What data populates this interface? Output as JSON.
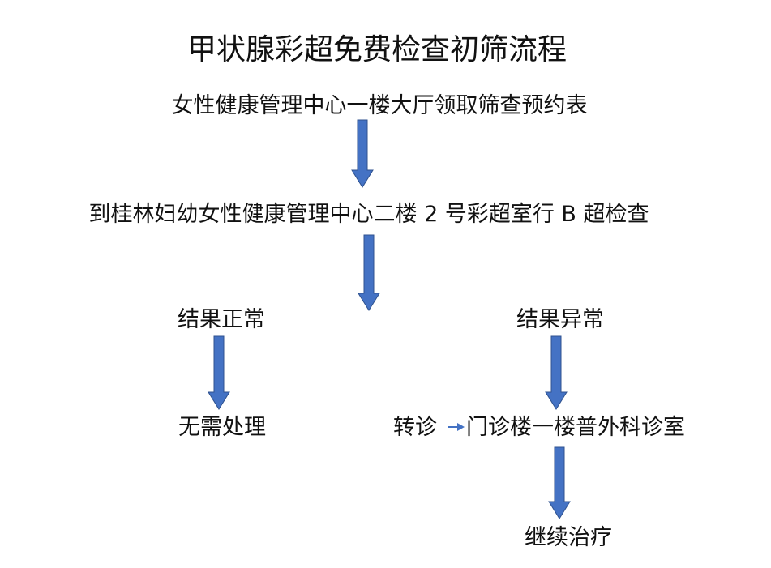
{
  "title": "甲状腺彩超免费检查初筛流程",
  "steps": {
    "step1": "女性健康管理中心一楼大厅领取筛查预约表",
    "step2": "到桂林妇幼女性健康管理中心二楼 2 号彩超室行 B 超检查",
    "normal": "结果正常",
    "abnormal": "结果异常",
    "no_treatment": "无需处理",
    "referral": "转诊",
    "clinic": "门诊楼一楼普外科诊室",
    "continue": "继续治疗"
  },
  "colors": {
    "arrow_fill": "#4472C4",
    "arrow_stroke": "#2F528F"
  }
}
